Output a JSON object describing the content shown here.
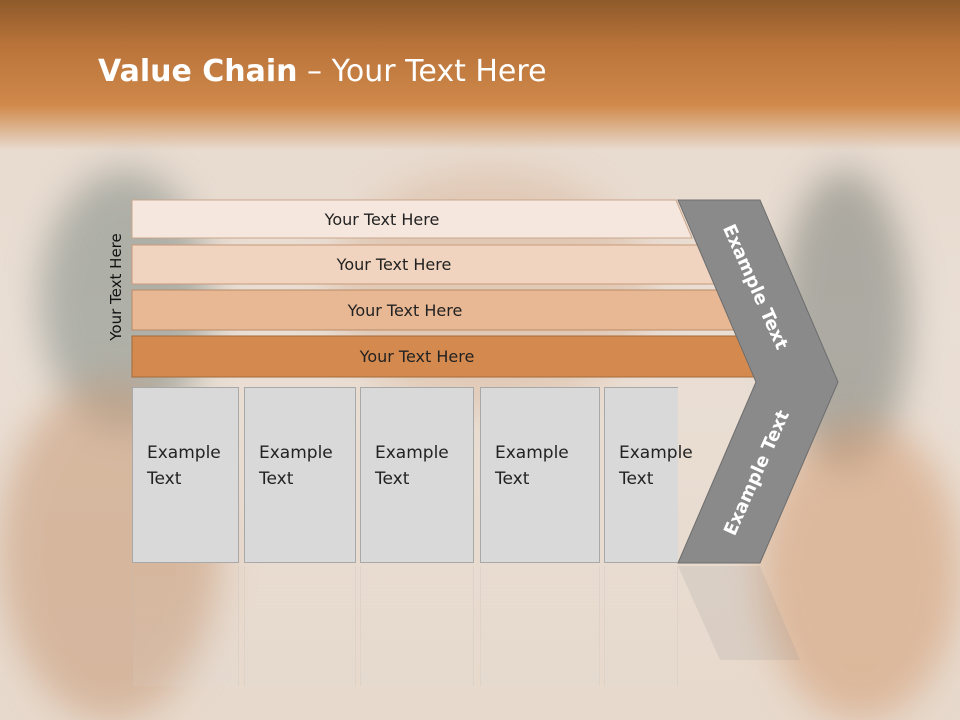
{
  "slide": {
    "title_bold": "Value Chain",
    "title_rest": " – Your Text Here",
    "side_label": "Your Text Here",
    "bars": [
      {
        "label": "Your Text Here",
        "color": "#f6e7de"
      },
      {
        "label": "Your Text Here",
        "color": "#f0d4bf"
      },
      {
        "label": "Your Text Here",
        "color": "#e8b894"
      },
      {
        "label": "Your Text Here",
        "color": "#d48a4f"
      }
    ],
    "columns": [
      {
        "line1": "Example",
        "line2": "Text"
      },
      {
        "line1": "Example",
        "line2": "Text"
      },
      {
        "line1": "Example",
        "line2": "Text"
      },
      {
        "line1": "Example",
        "line2": "Text"
      },
      {
        "line1": "Example",
        "line2": "Text"
      }
    ],
    "chevron_upper": "Example Text",
    "chevron_lower": "Example Text",
    "chevron_color": "#8a8a8a"
  }
}
